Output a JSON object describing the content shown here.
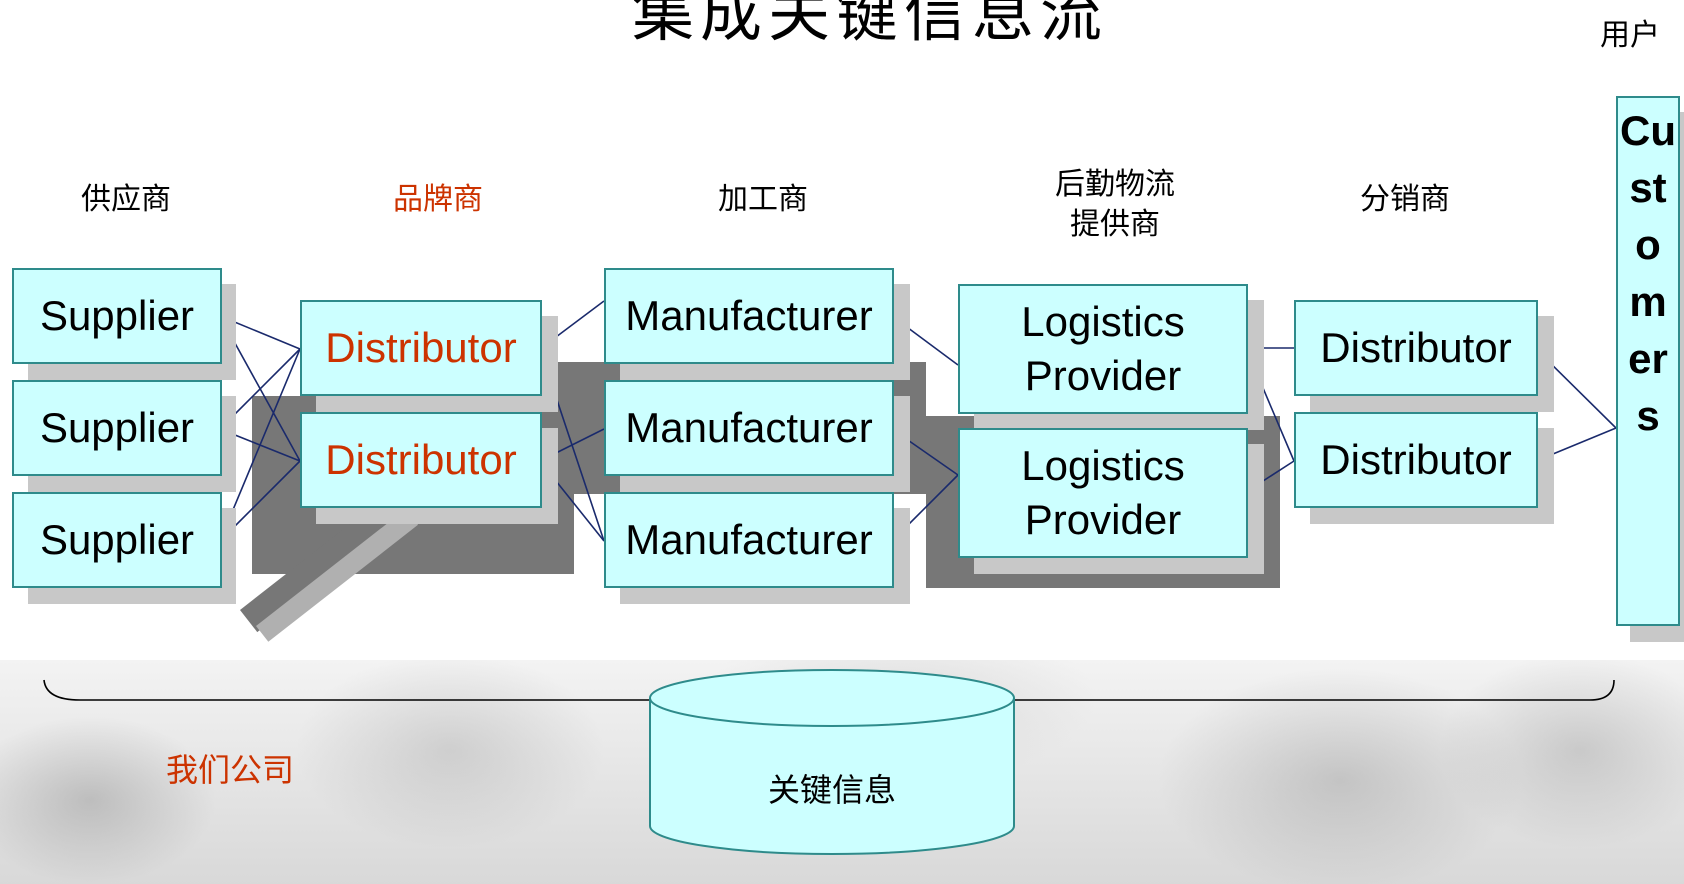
{
  "title": "集成关键信息流",
  "user_label": "用户",
  "columns": {
    "supplier": "供应商",
    "brand": "品牌商",
    "manufacturer": "加工商",
    "logistics": "后勤物流\n提供商",
    "distributor": "分销商"
  },
  "nodes": {
    "supplier_1": "Supplier",
    "supplier_2": "Supplier",
    "supplier_3": "Supplier",
    "brand_1": "Distributor",
    "brand_2": "Distributor",
    "manufacturer_1": "Manufacturer",
    "manufacturer_2": "Manufacturer",
    "manufacturer_3": "Manufacturer",
    "logistics_1": "Logistics Provider",
    "logistics_2": "Logistics Provider",
    "distributor_1": "Distributor",
    "distributor_2": "Distributor",
    "customers": "Customers"
  },
  "company_label": "我们公司",
  "database_label": "关键信息",
  "colors": {
    "box_fill": "#ccffff",
    "box_border": "#2e8b8b",
    "accent_red": "#cc3300",
    "connector": "#1a2a6c",
    "dark_block": "#777777"
  }
}
